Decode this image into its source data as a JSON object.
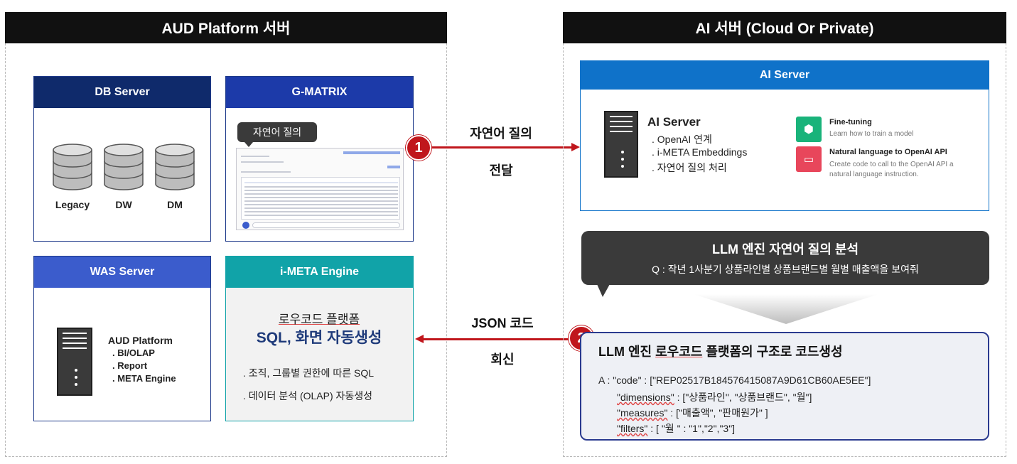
{
  "left_panel": {
    "title": "AUD Platform 서버"
  },
  "right_panel": {
    "title": "AI 서버 (Cloud Or Private)"
  },
  "db_server": {
    "title": "DB Server",
    "labels": [
      "Legacy",
      "DW",
      "DM"
    ]
  },
  "gmatrix": {
    "title": "G-MATRIX",
    "chip": "자연어 질의"
  },
  "was_server": {
    "title": "WAS Server",
    "name": "AUD Platform",
    "items": [
      ". BI/OLAP",
      ". Report",
      ". META Engine"
    ]
  },
  "imeta": {
    "title": "i-META Engine",
    "line1": "로우코드 플랫폼",
    "line2": "SQL, 화면 자동생성",
    "bullets": [
      ". 조직, 그룹별 권한에 따른 SQL",
      ". 데이터 분석 (OLAP) 자동생성"
    ]
  },
  "ai_server": {
    "header": "AI Server",
    "name": "AI Server",
    "items": [
      ". OpenAI 연계",
      ". i-META Embeddings",
      ". 자연어 질의 처리"
    ],
    "features": [
      {
        "title": "Fine-tuning",
        "desc": "Learn how to train a model",
        "color": "#19b37a"
      },
      {
        "title": "Natural language to OpenAI API",
        "desc": "Create code to call to the OpenAI API a natural language instruction.",
        "color": "#e8465b"
      }
    ]
  },
  "flow1": {
    "badge": "1",
    "label1": "자연어 질의",
    "label2": "전달"
  },
  "flow2": {
    "badge": "2",
    "label1": "JSON 코드",
    "label2": "회신"
  },
  "llm_bubble": {
    "title": "LLM 엔진 자연어 질의 분석",
    "question": "Q : 작년 1사분기 상품라인별 상품브랜드별 월별 매출액을 보여줘"
  },
  "llm_result": {
    "title_pre": "LLM 엔진 ",
    "title_mid": "로우코드",
    "title_post": " 플랫폼의 구조로 코드생성",
    "code_line": "A : \"code\" : [\"REP02517B184576415087A9D61CB60AE5EE\"]",
    "dimensions_key": "\"dimensions\"",
    "dimensions_val": " : [\"상품라인\", \"상품브랜드\", \"월\"]",
    "measures_key": "\"measures\"",
    "measures_val": " : [\"매출액\", \"판매원가\" ]",
    "filters_key": "\"filters\"",
    "filters_val": " : [ \"월 \" : \"1\",\"2\",\"3\"]"
  },
  "colors": {
    "accent_red": "#c0161c",
    "navy": "#0f2a6b",
    "teal": "#11a3a8",
    "ai_blue": "#0f72c9"
  }
}
